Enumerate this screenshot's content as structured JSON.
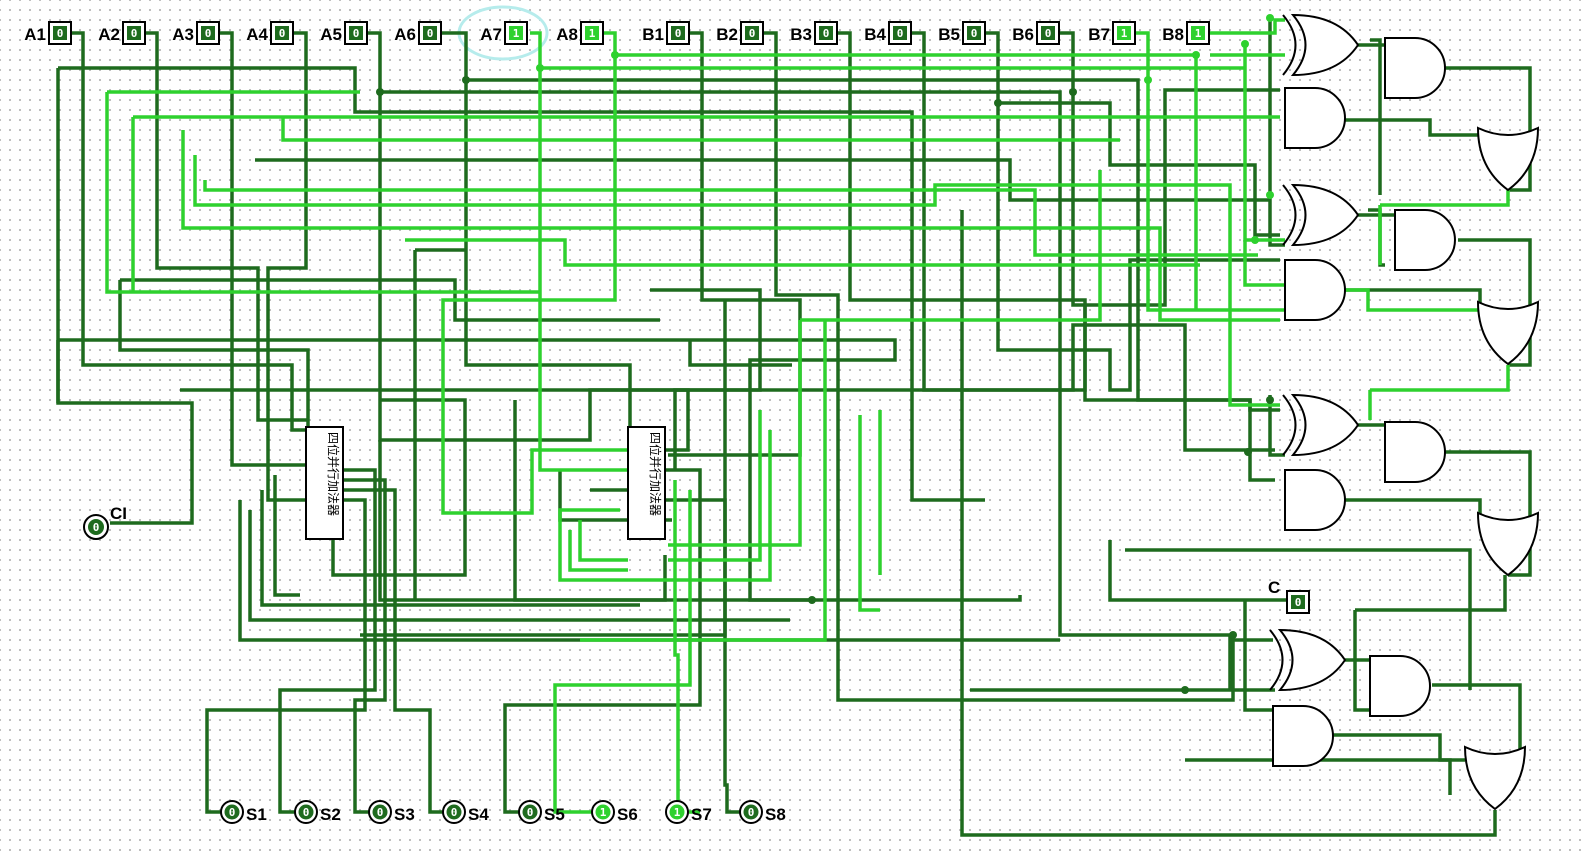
{
  "colors": {
    "wire_low": "#1e6b1e",
    "wire_high": "#2ed12e",
    "pin_low": "#1e6b1e",
    "pin_high": "#2ed12e",
    "selection": "#b6ecec"
  },
  "inputs": [
    {
      "label": "A1",
      "value": "0",
      "high": false
    },
    {
      "label": "A2",
      "value": "0",
      "high": false
    },
    {
      "label": "A3",
      "value": "0",
      "high": false
    },
    {
      "label": "A4",
      "value": "0",
      "high": false
    },
    {
      "label": "A5",
      "value": "0",
      "high": false
    },
    {
      "label": "A6",
      "value": "0",
      "high": false
    },
    {
      "label": "A7",
      "value": "1",
      "high": true
    },
    {
      "label": "A8",
      "value": "1",
      "high": true
    },
    {
      "label": "B1",
      "value": "0",
      "high": false
    },
    {
      "label": "B2",
      "value": "0",
      "high": false
    },
    {
      "label": "B3",
      "value": "0",
      "high": false
    },
    {
      "label": "B4",
      "value": "0",
      "high": false
    },
    {
      "label": "B5",
      "value": "0",
      "high": false
    },
    {
      "label": "B6",
      "value": "0",
      "high": false
    },
    {
      "label": "B7",
      "value": "1",
      "high": true
    },
    {
      "label": "B8",
      "value": "1",
      "high": true
    }
  ],
  "carry_in": {
    "label": "CI",
    "value": "0"
  },
  "carry_out": {
    "label": "C",
    "value": "0"
  },
  "outputs": [
    {
      "label": "S1",
      "value": "0",
      "high": false
    },
    {
      "label": "S2",
      "value": "0",
      "high": false
    },
    {
      "label": "S3",
      "value": "0",
      "high": false
    },
    {
      "label": "S4",
      "value": "0",
      "high": false
    },
    {
      "label": "S5",
      "value": "0",
      "high": false
    },
    {
      "label": "S6",
      "value": "1",
      "high": true
    },
    {
      "label": "S7",
      "value": "1",
      "high": true
    },
    {
      "label": "S8",
      "value": "0",
      "high": false
    }
  ],
  "adders": [
    {
      "label": "四位并行加法器"
    },
    {
      "label": "四位并行加法器"
    }
  ]
}
